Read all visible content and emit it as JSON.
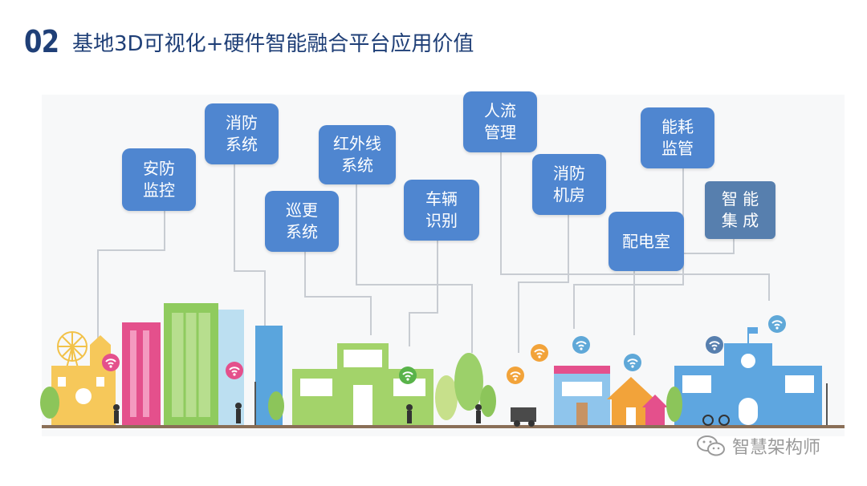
{
  "slide": {
    "number": "02",
    "title": "基地3D可视化+硬件智能融合平台应用价值"
  },
  "tags": [
    {
      "id": "security",
      "lines": [
        "安防",
        "监控"
      ]
    },
    {
      "id": "fire-system",
      "lines": [
        "消防",
        "系统"
      ]
    },
    {
      "id": "patrol",
      "lines": [
        "巡更",
        "系统"
      ]
    },
    {
      "id": "infrared",
      "lines": [
        "红外线",
        "系统"
      ]
    },
    {
      "id": "vehicle",
      "lines": [
        "车辆",
        "识别"
      ]
    },
    {
      "id": "people-flow",
      "lines": [
        "人流",
        "管理"
      ]
    },
    {
      "id": "fire-room",
      "lines": [
        "消防",
        "机房"
      ]
    },
    {
      "id": "energy",
      "lines": [
        "能耗",
        "监管"
      ]
    },
    {
      "id": "smart-integration",
      "lines": [
        "智 能",
        "集 成"
      ]
    },
    {
      "id": "power-room",
      "lines": [
        "配电室"
      ]
    }
  ],
  "watermark": {
    "text": "智慧架构师",
    "icon": "wechat-icon"
  },
  "colors": {
    "title": "#1f3f77",
    "tag": "#4f86d0",
    "tag_dark": "#577fae",
    "wifi_pink": "#e3548f",
    "wifi_green": "#59b34a",
    "wifi_orange": "#f2a33a",
    "wifi_blue": "#5fa8d8"
  }
}
